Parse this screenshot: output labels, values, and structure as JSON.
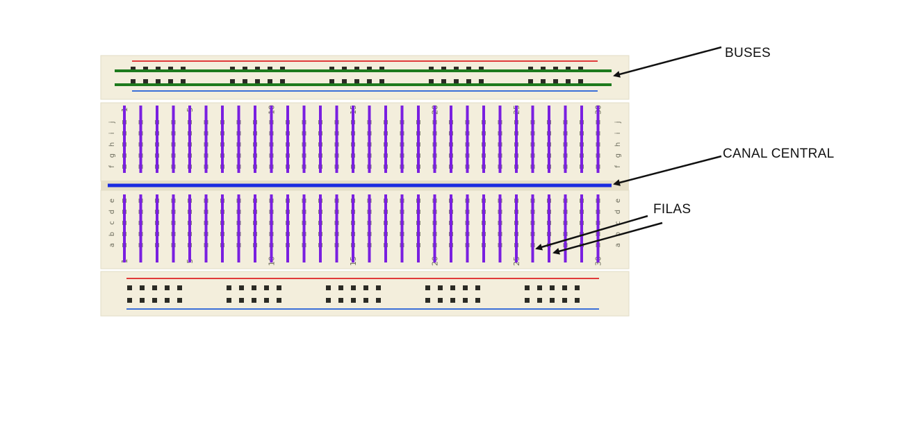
{
  "labels": {
    "buses": "BUSES",
    "canal_central": "CANAL CENTRAL",
    "filas": "FILAS"
  },
  "breadboard": {
    "column_numbers": [
      "1",
      "5",
      "10",
      "15",
      "20",
      "25",
      "30"
    ],
    "row_letters_top": [
      "j",
      "i",
      "h",
      "g",
      "f"
    ],
    "row_letters_bottom": [
      "e",
      "d",
      "c",
      "b",
      "a"
    ],
    "columns": 30,
    "rail_groups": 5,
    "holes_per_group": 5
  },
  "colors": {
    "board": "#f3eedc",
    "board_edge": "#d9d2b8",
    "hole": "#2b2b25",
    "rail_red": "#e03a3a",
    "rail_blue": "#3a6fd8",
    "bus_marker": "#1d7a1d",
    "column_marker": "#7a1fe0",
    "canal_marker": "#1a2be0",
    "arrow": "#111111"
  }
}
